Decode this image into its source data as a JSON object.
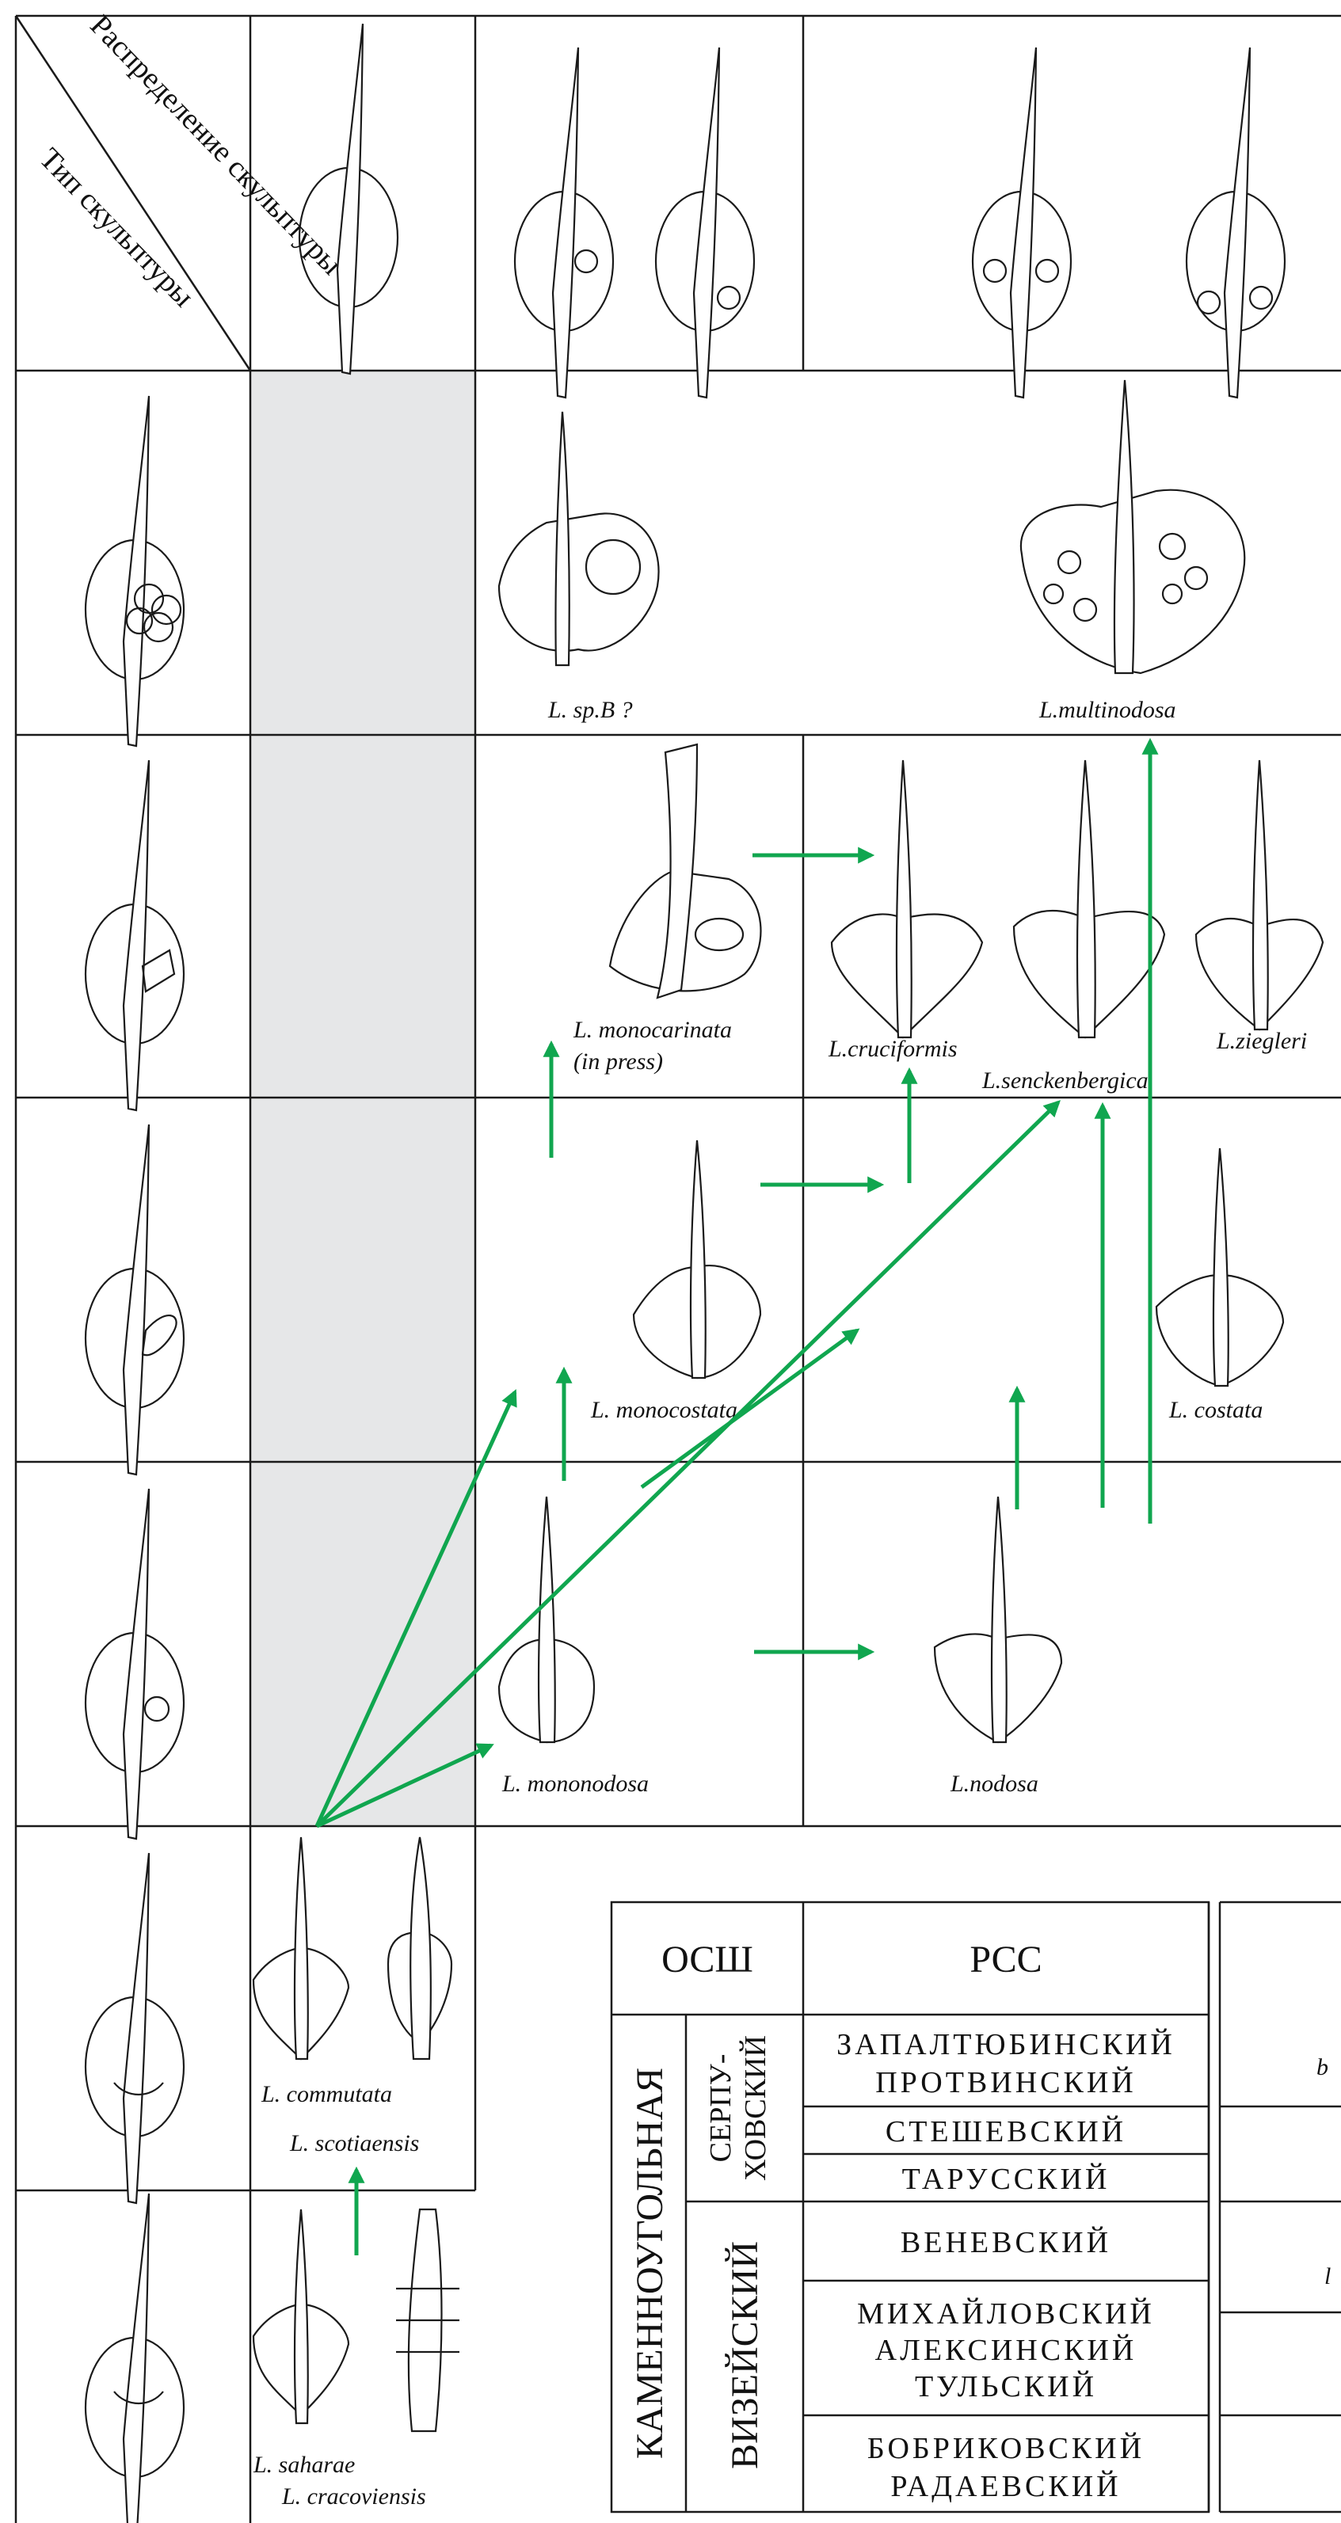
{
  "header": {
    "corner_top": "Распределение скульптуры",
    "corner_bottom": "Тип скульптуры"
  },
  "species": {
    "sp_b": "L. sp.B ?",
    "multinodosa": "L.multinodosa",
    "monocarinata_1": "L. monocarinata",
    "monocarinata_2": "(in press)",
    "cruciformis": "L.cruciformis",
    "senckenbergica": "L.senckenbergica",
    "ziegleri": "L.ziegleri",
    "monocostata": "L. monocostata",
    "costata": "L. costata",
    "mononodosa": "L. mononodosa",
    "nodosa": "L.nodosa",
    "commutata": "L. commutata",
    "scotiaensis": "L. scotiaensis",
    "saharae": "L. saharae",
    "cracoviensis": "L. cracoviensis"
  },
  "strat_table": {
    "col_osh": "ОСШ",
    "col_rss": "РСС",
    "system": "КАМЕННОУГОЛЬНАЯ",
    "stage_serp_1": "СЕРПУ-",
    "stage_serp_2": "ХОВСКИЙ",
    "stage_vise": "ВИЗЕЙСКИЙ",
    "horizons": {
      "zapal": "ЗАПАЛТЮБИНСКИЙ",
      "protvin": "ПРОТВИНСКИЙ",
      "steshev": "СТЕШЕВСКИЙ",
      "tarus": "ТАРУССКИЙ",
      "venev": "ВЕНЕВСКИЙ",
      "mikhail": "МИХАЙЛОВСКИЙ",
      "aleksin": "АЛЕКСИНСКИЙ",
      "tul": "ТУЛЬСКИЙ",
      "bobrik": "БОБРИКОВСКИЙ",
      "radaev": "РАДАЕВСКИЙ"
    },
    "partial_right": "b",
    "partial_right_2": "l"
  },
  "colors": {
    "arrow": "#10a64f",
    "gray_column": "#e6e7e8",
    "ink": "#1a1a1a"
  }
}
